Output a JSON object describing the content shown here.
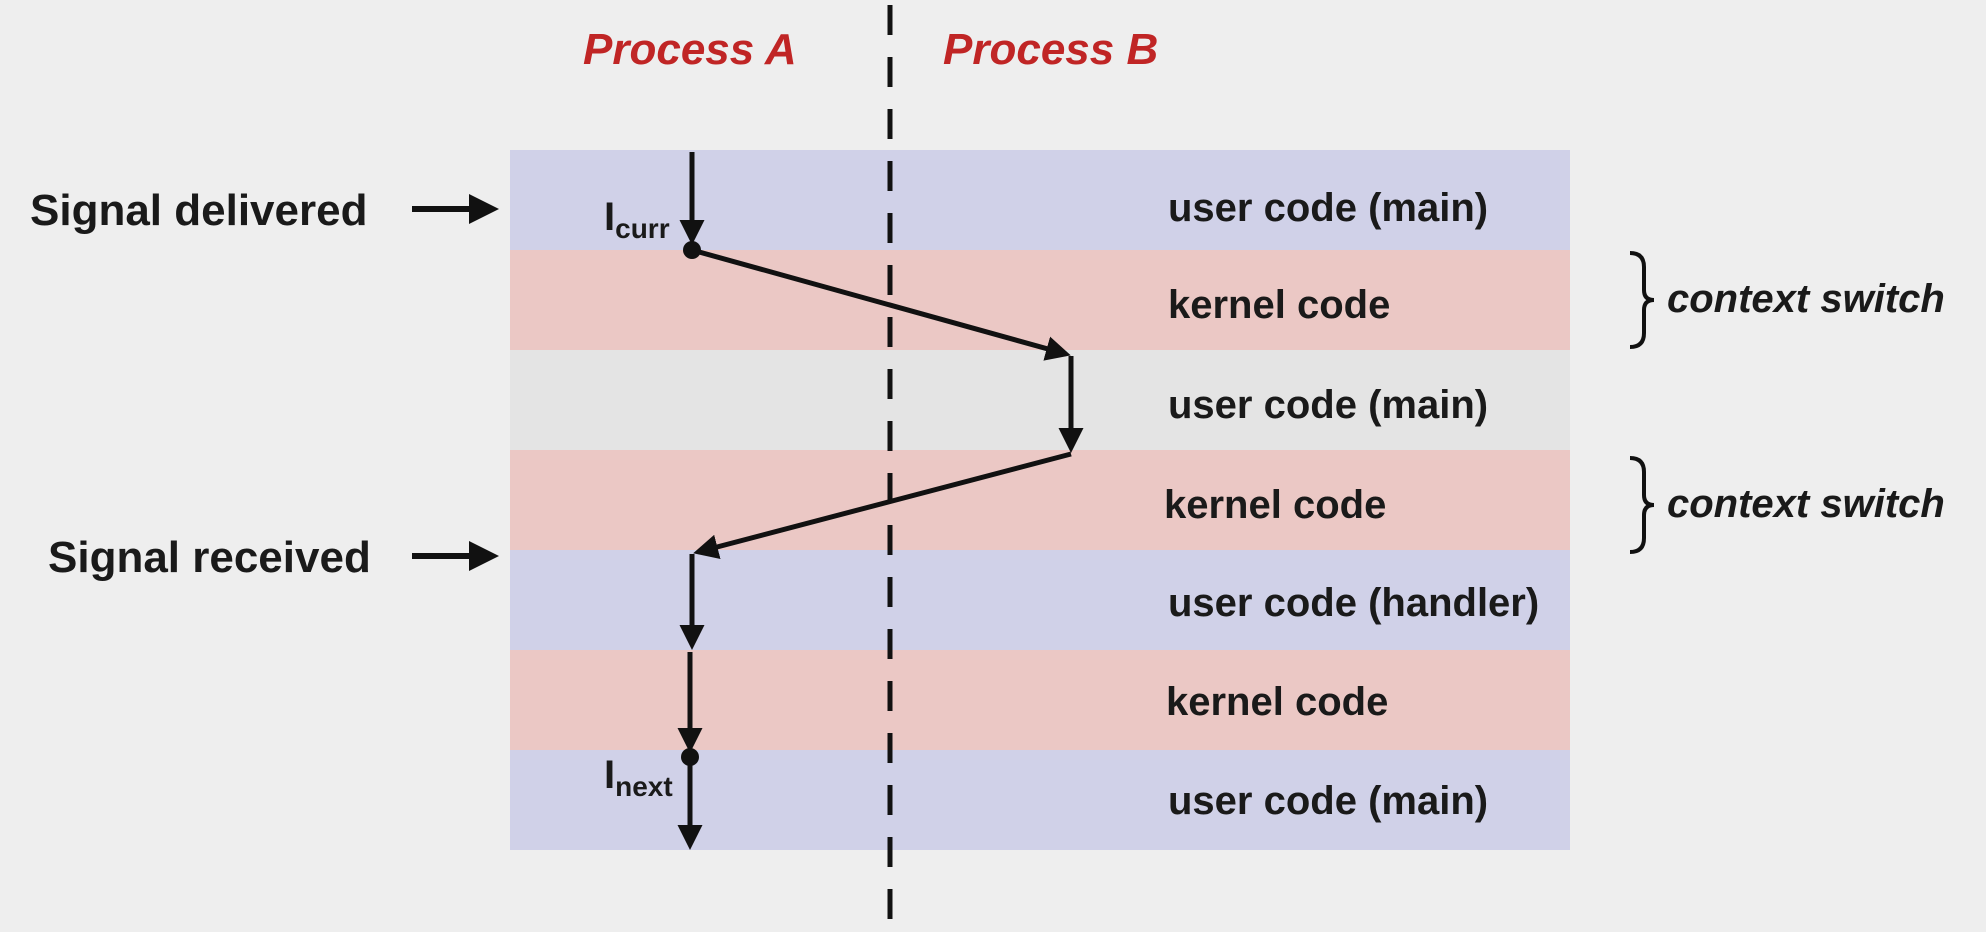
{
  "processes": {
    "a_label": "Process A",
    "b_label": "Process B"
  },
  "bands": [
    {
      "label": "user code (main)",
      "kind": "user-a"
    },
    {
      "label": "kernel code",
      "kind": "kernel"
    },
    {
      "label": "user code (main)",
      "kind": "user-b"
    },
    {
      "label": "kernel code",
      "kind": "kernel"
    },
    {
      "label": "user code (handler)",
      "kind": "user-a"
    },
    {
      "label": "kernel code",
      "kind": "kernel"
    },
    {
      "label": "user code (main)",
      "kind": "user-a"
    }
  ],
  "side_labels": {
    "signal_delivered": "Signal delivered",
    "signal_received": "Signal received"
  },
  "context_switch_labels": [
    "context switch",
    "context switch"
  ],
  "markers": {
    "curr": {
      "base": "I",
      "sub": "curr"
    },
    "next": {
      "base": "I",
      "sub": "next"
    }
  },
  "colors": {
    "background": "#eeeeee",
    "user_a": "#d0d1e8",
    "kernel": "#ebc8c5",
    "user_b": "#e4e4e4",
    "process_label": "#c02525",
    "ink": "#111111"
  }
}
